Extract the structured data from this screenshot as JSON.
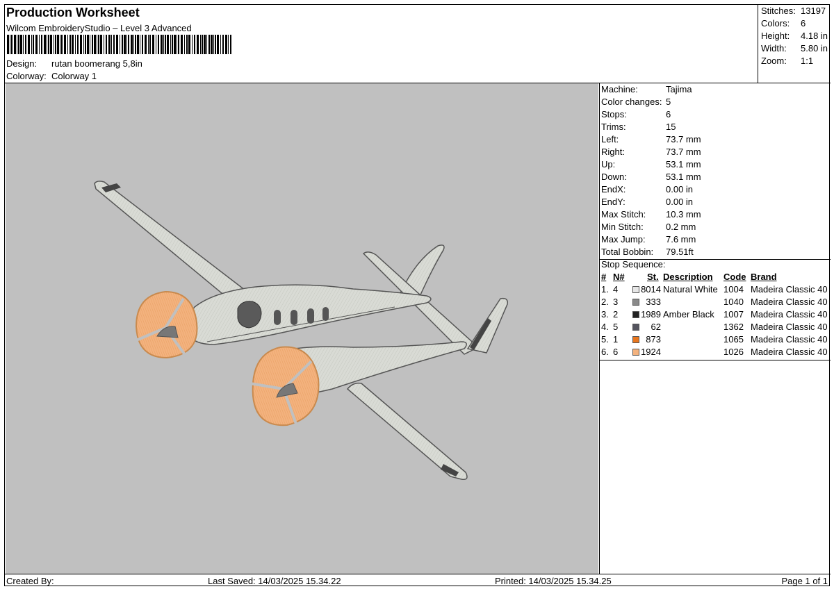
{
  "header": {
    "title": "Production Worksheet",
    "software": "Wilcom EmbroideryStudio – Level 3 Advanced",
    "barcode_icon": "barcode-icon",
    "design_label": "Design:",
    "design_value": "rutan boomerang 5,8in",
    "colorway_label": "Colorway:",
    "colorway_value": "Colorway 1"
  },
  "stats": {
    "stitches_label": "Stitches:",
    "stitches_value": "13197",
    "colors_label": "Colors:",
    "colors_value": "6",
    "height_label": "Height:",
    "height_value": "4.18 in",
    "width_label": "Width:",
    "width_value": "5.80 in",
    "zoom_label": "Zoom:",
    "zoom_value": "1:1"
  },
  "machine_info": [
    {
      "label": "Machine:",
      "value": "Tajima"
    },
    {
      "label": "Color changes:",
      "value": "5"
    },
    {
      "label": "Stops:",
      "value": "6"
    },
    {
      "label": "Trims:",
      "value": "15"
    },
    {
      "label": "Left:",
      "value": "73.7 mm"
    },
    {
      "label": "Right:",
      "value": "73.7 mm"
    },
    {
      "label": "Up:",
      "value": "53.1 mm"
    },
    {
      "label": "Down:",
      "value": "53.1 mm"
    },
    {
      "label": "EndX:",
      "value": "0.00 in"
    },
    {
      "label": "EndY:",
      "value": "0.00 in"
    },
    {
      "label": "Max Stitch:",
      "value": "10.3 mm"
    },
    {
      "label": "Min Stitch:",
      "value": "0.2 mm"
    },
    {
      "label": "Max Jump:",
      "value": "7.6 mm"
    },
    {
      "label": "Total Bobbin:",
      "value": "79.51ft"
    }
  ],
  "stop_sequence": {
    "title": "Stop Sequence:",
    "columns": {
      "num": "#",
      "needle": "N#",
      "stitches": "St.",
      "description": "Description",
      "code": "Code",
      "brand": "Brand"
    },
    "rows": [
      {
        "num": "1.",
        "needle": "4",
        "color": "#e6e6e6",
        "stitches": "8014",
        "description": "Natural White",
        "code": "1004",
        "brand": "Madeira Classic 40"
      },
      {
        "num": "2.",
        "needle": "3",
        "color": "#8a8a8a",
        "stitches": "333",
        "description": "",
        "code": "1040",
        "brand": "Madeira Classic 40"
      },
      {
        "num": "3.",
        "needle": "2",
        "color": "#222222",
        "stitches": "1989",
        "description": "Amber Black",
        "code": "1007",
        "brand": "Madeira Classic 40"
      },
      {
        "num": "4.",
        "needle": "5",
        "color": "#55555f",
        "stitches": "62",
        "description": "",
        "code": "1362",
        "brand": "Madeira Classic 40"
      },
      {
        "num": "5.",
        "needle": "1",
        "color": "#e8761e",
        "stitches": "873",
        "description": "",
        "code": "1065",
        "brand": "Madeira Classic 40"
      },
      {
        "num": "6.",
        "needle": "6",
        "color": "#f3b27e",
        "stitches": "1924",
        "description": "",
        "code": "1026",
        "brand": "Madeira Classic 40"
      }
    ]
  },
  "preview": {
    "background": "#c0c0c0",
    "icon": "airplane-embroidery-icon"
  },
  "footer": {
    "created_by": "Created By:",
    "last_saved": "Last Saved: 14/03/2025 15.34.22",
    "printed": "Printed: 14/03/2025 15.34.25",
    "page": "Page 1 of 1"
  }
}
